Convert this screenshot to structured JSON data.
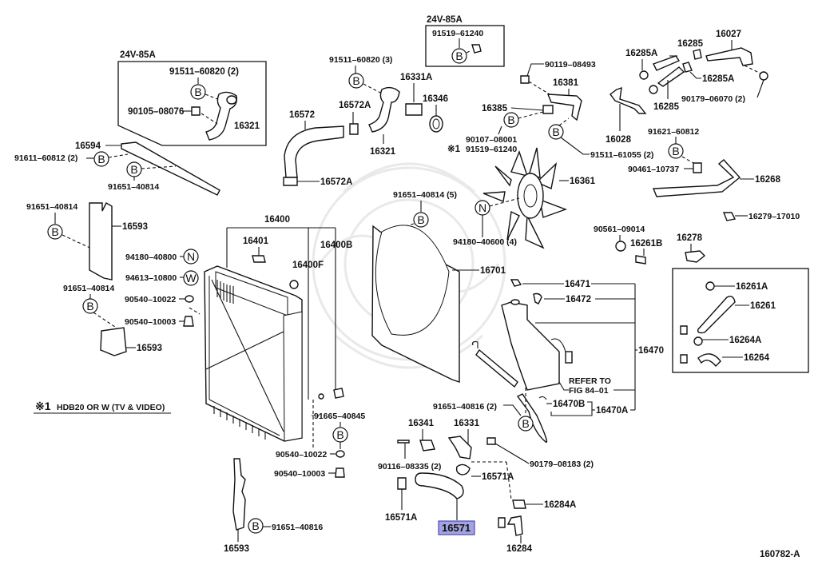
{
  "diagram": {
    "title": "Radiator & Water Outlet parts diagram",
    "figure_code": "160782-A",
    "accent_color": "#a3a3e0",
    "highlighted_part": "16571",
    "footnote": {
      "mark": "※1",
      "text": "HDB20 OR W (TV & VIDEO)"
    },
    "symbols": {
      "B": "B",
      "N": "N",
      "W": "W"
    },
    "inset_boxes": [
      {
        "id": "box-top-left",
        "title": "24V-85A"
      },
      {
        "id": "box-top-center",
        "title": "24V-85A"
      },
      {
        "id": "box-right",
        "title": ""
      }
    ],
    "labels": {
      "l_24v_left": "24V-85A",
      "l_91511_60820_2": "91511–60820 (2)",
      "l_90105_08076": "90105–08076",
      "l_16321_inset": "16321",
      "l_16594": "16594",
      "l_91611_60812_2": "91611–60812 (2)",
      "l_91651_40814_a": "91651–40814",
      "l_91651_40814_b": "91651–40814",
      "l_16593_a": "16593",
      "l_91651_40814_c": "91651–40814",
      "l_16593_b": "16593",
      "l_94180_40800": "94180–40800",
      "l_94613_10800": "94613–10800",
      "l_90540_10022_a": "90540–10022",
      "l_90540_10003_a": "90540–10003",
      "l_16593_c": "16593",
      "l_91651_40816": "91651–40816",
      "l_24v_center": "24V-85A",
      "l_91519_61240_box": "91519–61240",
      "l_91511_60820_3": "91511–60820 (3)",
      "l_16331A": "16331A",
      "l_16346": "16346",
      "l_16572A_a": "16572A",
      "l_16572": "16572",
      "l_16321": "16321",
      "l_16572A_b": "16572A",
      "l_90119_08493": "90119–08493",
      "l_16381": "16381",
      "l_16385": "16385",
      "l_90107_08001": "90107–08001",
      "l_star1": "※1",
      "l_91519_61240": "91519–61240",
      "l_91511_61055_2": "91511–61055 (2)",
      "l_16361": "16361",
      "l_91651_40814_5": "91651–40814 (5)",
      "l_94180_40600_4": "94180–40600 (4)",
      "l_16400": "16400",
      "l_16401": "16401",
      "l_16400B": "16400B",
      "l_16400F": "16400F",
      "l_16701": "16701",
      "l_91665_40845": "91665–40845",
      "l_90540_10022_b": "90540–10022",
      "l_90540_10003_b": "90540–10003",
      "l_16285A_a": "16285A",
      "l_16285_a": "16285",
      "l_16027": "16027",
      "l_16285A_b": "16285A",
      "l_16285_b": "16285",
      "l_90179_06070_2": "90179–06070 (2)",
      "l_16028": "16028",
      "l_91621_60812": "91621–60812",
      "l_90461_10737": "90461–10737",
      "l_16268": "16268",
      "l_16279_17010": "16279–17010",
      "l_90561_09014": "90561–09014",
      "l_16261B": "16261B",
      "l_16278": "16278",
      "l_16261A": "16261A",
      "l_16261": "16261",
      "l_16264A": "16264A",
      "l_16264": "16264",
      "l_16471": "16471",
      "l_16472": "16472",
      "l_16470": "16470",
      "l_refer_to": "REFER TO",
      "l_fig_84_01": "FIG 84–01",
      "l_16470B": "16470B",
      "l_16470A": "16470A",
      "l_91651_40816_2": "91651–40816 (2)",
      "l_16341": "16341",
      "l_16331": "16331",
      "l_90116_08335_2": "90116–08335 (2)",
      "l_16571A_a": "16571A",
      "l_16571A_b": "16571A",
      "l_16571": "16571",
      "l_90179_08183_2": "90179–08183 (2)",
      "l_16284A": "16284A",
      "l_16284": "16284"
    }
  }
}
